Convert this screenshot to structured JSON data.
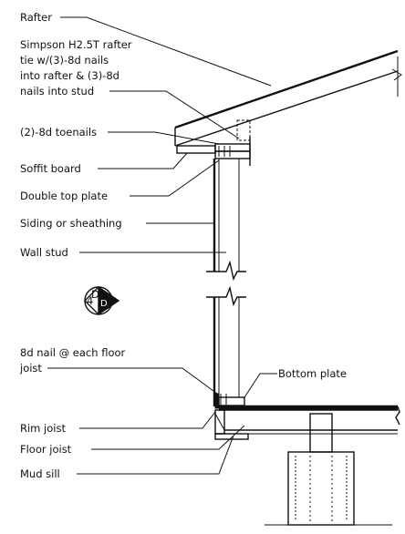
{
  "labels": {
    "rafter": "Rafter",
    "rafter_tie_line1": "Simpson H2.5T rafter",
    "rafter_tie_line2": "tie w/(3)-8d nails",
    "rafter_tie_line3": "into rafter & (3)-8d",
    "rafter_tie_line4": "nails into stud",
    "toenails": "(2)-8d toenails",
    "soffit_board": "Soffit board",
    "double_top_plate": "Double top plate",
    "siding": "Siding or sheathing",
    "wall_stud": "Wall stud",
    "floor_nail_line1": "8d nail @ each floor",
    "floor_nail_line2": "joist",
    "bottom_plate": "Bottom plate",
    "rim_joist": "Rim joist",
    "floor_joist": "Floor joist",
    "mud_sill": "Mud sill"
  },
  "section_marker": {
    "sheet": "4",
    "detail": "D1",
    "view": "D"
  }
}
